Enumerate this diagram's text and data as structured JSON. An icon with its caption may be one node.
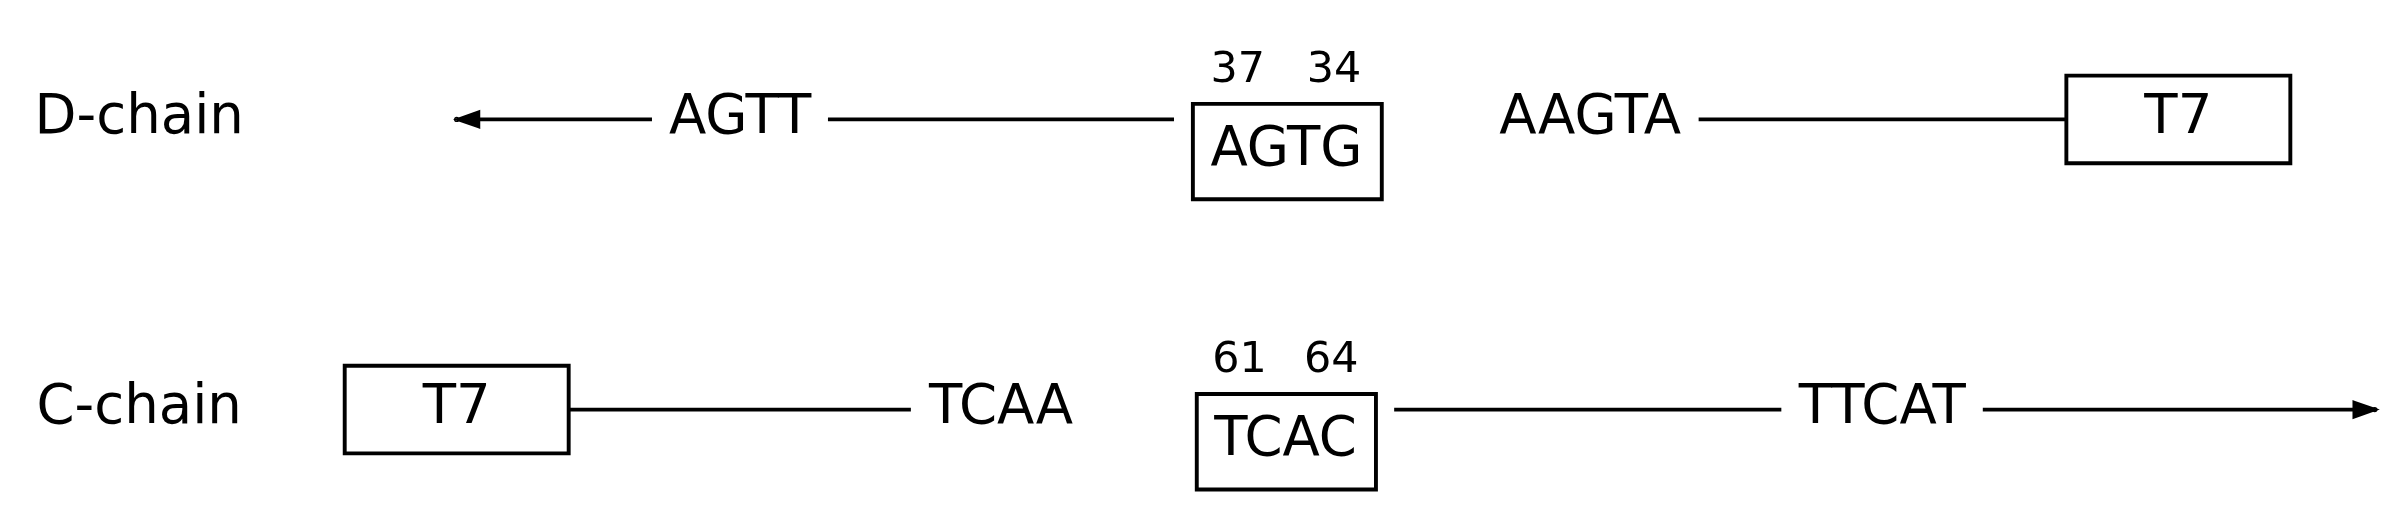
{
  "diagram": {
    "nodes": [
      {
        "text": [
          "T7"
        ]
      },
      {
        "text": [
          "TCAA"
        ]
      },
      {
        "text": [
          "TCAC"
        ],
        "beside": [
          "61",
          "64"
        ]
      },
      {
        "text": [
          "TTCAT"
        ]
      },
      {
        "text": [
          "AGTT"
        ]
      },
      {
        "text": [
          "AGTG"
        ],
        "beside": [
          "37",
          "34"
        ]
      },
      {
        "text": [
          "AAGTA"
        ]
      },
      {
        "text": [
          "T7"
        ]
      }
    ],
    "edges": [
      {
        "from": 0,
        "to": 1,
        "arrow": "none"
      },
      {
        "from": 2,
        "to": 3,
        "arrow": "none"
      },
      {
        "from": 3,
        "to": null,
        "arrow": "to"
      },
      {
        "from": 4,
        "to": null,
        "arrow": "to"
      },
      {
        "from": 4,
        "to": 5,
        "arrow": "none"
      },
      {
        "from": 6,
        "to": 7,
        "arrow": "none"
      }
    ],
    "labels": [
      "C-chain",
      "D-chain"
    ]
  }
}
